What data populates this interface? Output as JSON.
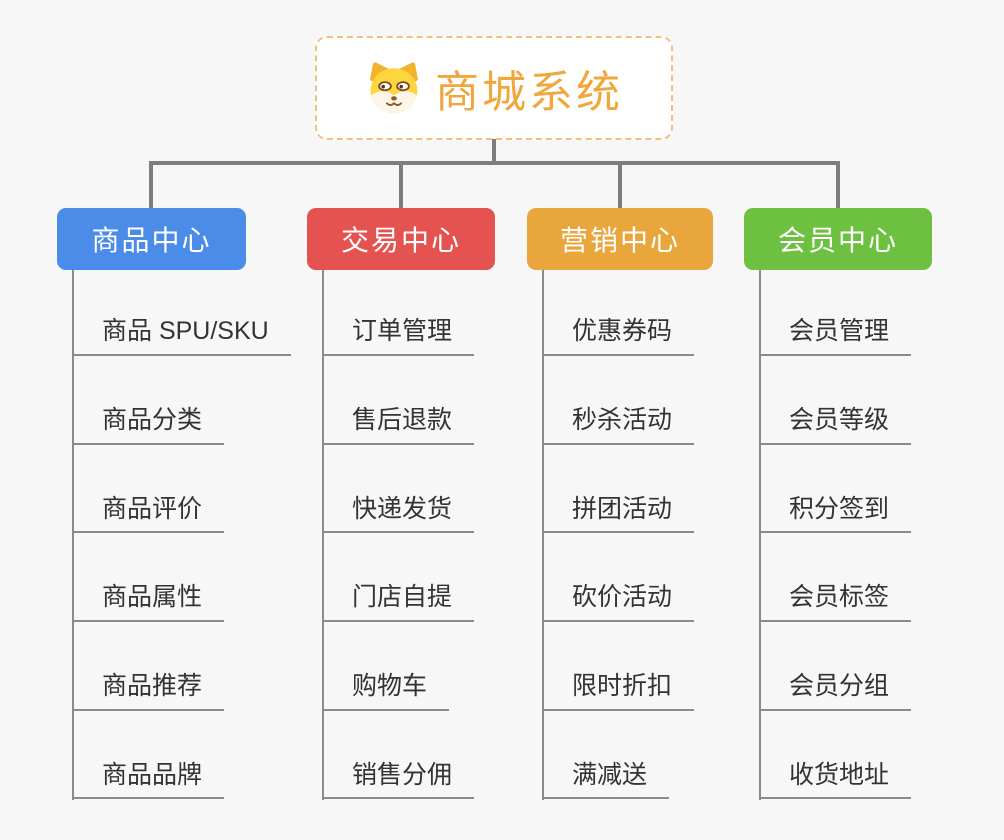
{
  "canvas": {
    "background_color": "#f7f7f7"
  },
  "root": {
    "title": "商城系统",
    "icon": "dog-face-icon",
    "text_color": "#f0a73c",
    "border_color": "#f2c179",
    "fill_color": "#ffffff"
  },
  "connectors": {
    "color": "#7e7e7e"
  },
  "child_lines": {
    "color": "#8b8b8b",
    "text_color": "#333333"
  },
  "branches": [
    {
      "label": "商品中心",
      "color": "#4a8ce8",
      "children": [
        "商品 SPU/SKU",
        "商品分类",
        "商品评价",
        "商品属性",
        "商品推荐",
        "商品品牌"
      ]
    },
    {
      "label": "交易中心",
      "color": "#e4534f",
      "children": [
        "订单管理",
        "售后退款",
        "快递发货",
        "门店自提",
        "购物车",
        "销售分佣"
      ]
    },
    {
      "label": "营销中心",
      "color": "#e9a63c",
      "children": [
        "优惠券码",
        "秒杀活动",
        "拼团活动",
        "砍价活动",
        "限时折扣",
        "满减送"
      ]
    },
    {
      "label": "会员中心",
      "color": "#6ec140",
      "children": [
        "会员管理",
        "会员等级",
        "积分签到",
        "会员标签",
        "会员分组",
        "收货地址"
      ]
    }
  ]
}
